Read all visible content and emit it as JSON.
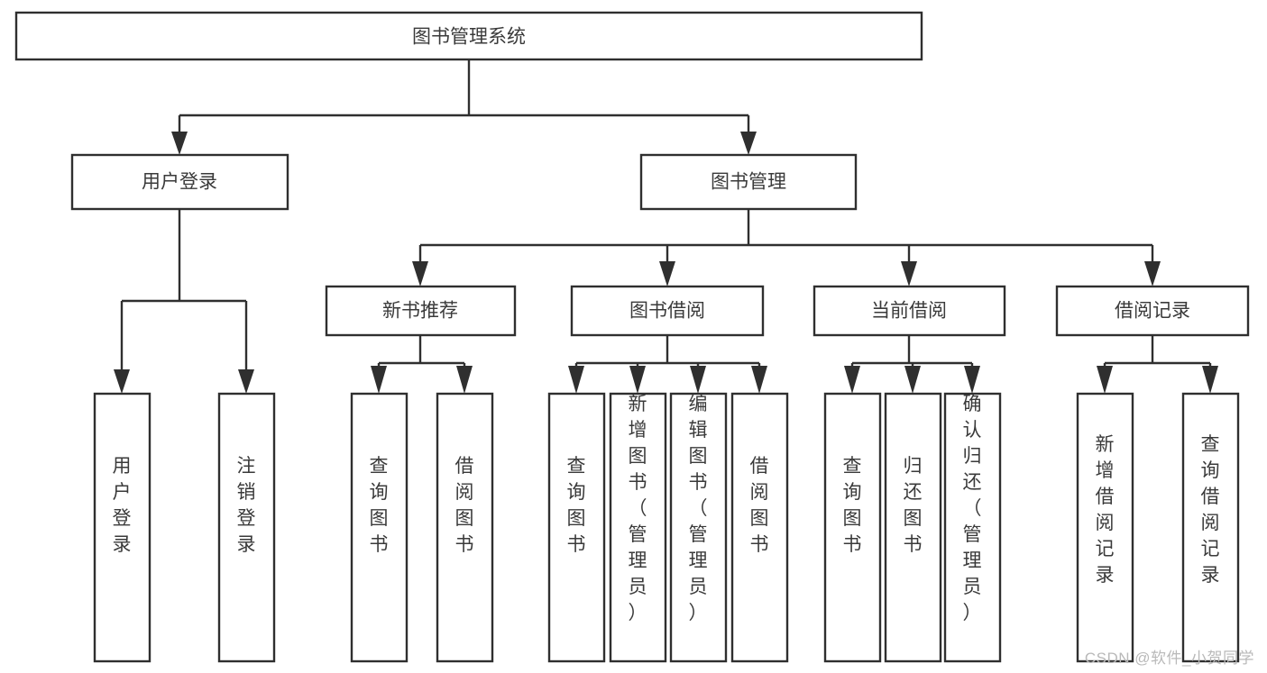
{
  "diagram": {
    "type": "tree",
    "title": "图书管理系统",
    "orientation": "top-down",
    "leaf_text_orientation": "vertical",
    "colors": {
      "box_stroke": "#2f2f2f",
      "box_fill": "#ffffff",
      "text": "#3a3a3a",
      "connector": "#2f2f2f",
      "watermark": "#b9b9b9",
      "background": "#ffffff"
    },
    "root": {
      "id": "root",
      "label": "图书管理系统"
    },
    "level2": [
      {
        "id": "user-login",
        "label": "用户登录"
      },
      {
        "id": "book-management",
        "label": "图书管理"
      }
    ],
    "level3": [
      {
        "id": "new-book-recommend",
        "label": "新书推荐",
        "parent": "book-management"
      },
      {
        "id": "book-borrow",
        "label": "图书借阅",
        "parent": "book-management"
      },
      {
        "id": "current-borrow",
        "label": "当前借阅",
        "parent": "book-management"
      },
      {
        "id": "borrow-record",
        "label": "借阅记录",
        "parent": "book-management"
      }
    ],
    "leaves": [
      {
        "id": "leaf-user-login",
        "label": "用户登录",
        "parent": "user-login"
      },
      {
        "id": "leaf-logout",
        "label": "注销登录",
        "parent": "user-login"
      },
      {
        "id": "leaf-query-book-1",
        "label": "查询图书",
        "parent": "new-book-recommend"
      },
      {
        "id": "leaf-borrow-book-1",
        "label": "借阅图书",
        "parent": "new-book-recommend"
      },
      {
        "id": "leaf-query-book-2",
        "label": "查询图书",
        "parent": "book-borrow"
      },
      {
        "id": "leaf-add-book",
        "label": "新增图书（管理员）",
        "parent": "book-borrow"
      },
      {
        "id": "leaf-edit-book",
        "label": "编辑图书（管理员）",
        "parent": "book-borrow"
      },
      {
        "id": "leaf-borrow-book-2",
        "label": "借阅图书",
        "parent": "book-borrow"
      },
      {
        "id": "leaf-query-book-3",
        "label": "查询图书",
        "parent": "current-borrow"
      },
      {
        "id": "leaf-return-book",
        "label": "归还图书",
        "parent": "current-borrow"
      },
      {
        "id": "leaf-confirm-return",
        "label": "确认归还（管理员）",
        "parent": "current-borrow"
      },
      {
        "id": "leaf-add-record",
        "label": "新增借阅记录",
        "parent": "borrow-record"
      },
      {
        "id": "leaf-query-record",
        "label": "查询借阅记录",
        "parent": "borrow-record"
      }
    ]
  },
  "watermark": {
    "text": "CSDN @软件_小贺同学"
  }
}
